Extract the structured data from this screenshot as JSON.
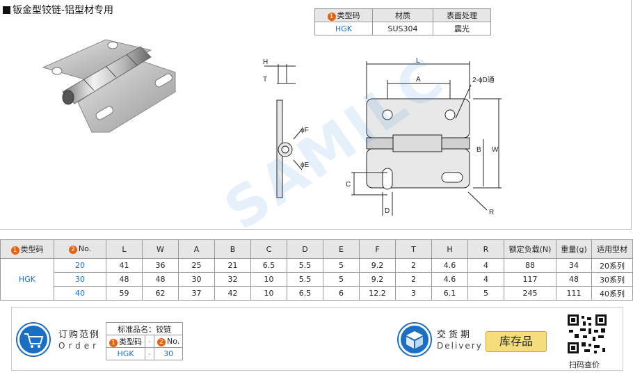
{
  "title": "钣金型铰链-铝型材专用",
  "material_table": {
    "headers": [
      "类型码",
      "材质",
      "表面处理"
    ],
    "badge": "1",
    "row": [
      "HGK",
      "SUS304",
      "震光"
    ]
  },
  "drawing_labels": {
    "H": "H",
    "T": "T",
    "F": "ϕF",
    "E": "ϕE",
    "L": "L",
    "A": "A",
    "hole": "2-ϕD通",
    "B": "B",
    "W": "W",
    "C": "C",
    "D": "D",
    "R": "R"
  },
  "watermark": "SAMILC",
  "spec_table": {
    "headers": [
      "类型码",
      "No.",
      "L",
      "W",
      "A",
      "B",
      "C",
      "D",
      "E",
      "F",
      "T",
      "H",
      "R",
      "额定负载(N)",
      "重量(g)",
      "适用型材"
    ],
    "type_code": "HGK",
    "rows": [
      [
        "20",
        "41",
        "36",
        "25",
        "21",
        "6.5",
        "5.5",
        "5",
        "9.2",
        "2",
        "4.6",
        "4",
        "88",
        "34",
        "20系列"
      ],
      [
        "30",
        "48",
        "48",
        "30",
        "32",
        "10",
        "5.5",
        "5",
        "9.2",
        "2",
        "4.6",
        "4",
        "117",
        "48",
        "30系列"
      ],
      [
        "40",
        "59",
        "62",
        "37",
        "42",
        "10",
        "6.5",
        "6",
        "12.2",
        "3",
        "6.1",
        "5",
        "245",
        "111",
        "40系列"
      ]
    ]
  },
  "order": {
    "label_cn": "订购范例",
    "label_en": "Order",
    "example_title": "标准品名：铰链",
    "col1": "类型码",
    "col2": "No.",
    "dash": "-",
    "val1": "HGK",
    "val2": "30"
  },
  "delivery": {
    "label_cn": "交货期",
    "label_en": "Delivery",
    "stock_button": "库存品"
  },
  "qr_caption": "扫码查价",
  "colors": {
    "accent_blue": "#1a6fc4",
    "badge_orange": "#e8620e",
    "stock_yellow": "#f4dd7a"
  }
}
